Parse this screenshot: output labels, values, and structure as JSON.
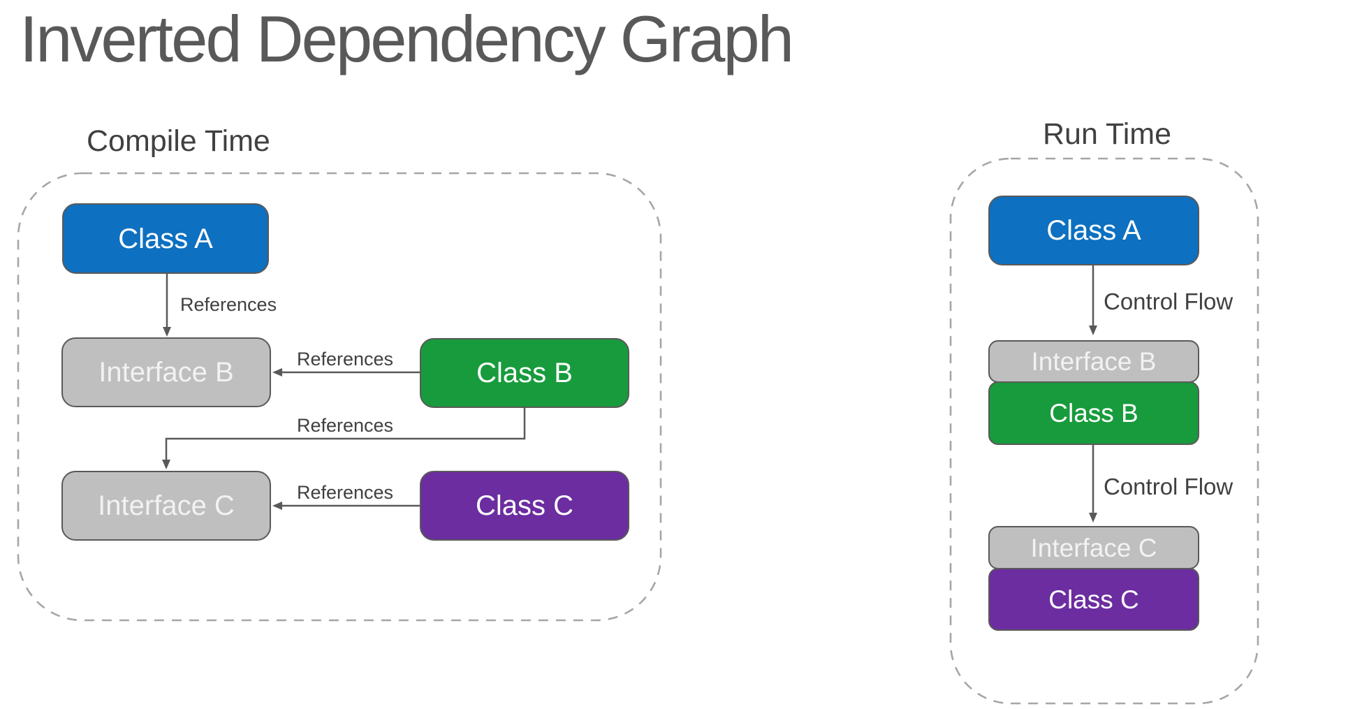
{
  "title": "Inverted Dependency Graph",
  "sections": {
    "compile": {
      "label": "Compile Time",
      "nodes": {
        "class_a": "Class A",
        "interface_b": "Interface B",
        "class_b": "Class B",
        "interface_c": "Interface C",
        "class_c": "Class C"
      },
      "edge_labels": {
        "class_a_to_interface_b": "References",
        "class_b_to_interface_b": "References",
        "class_b_to_interface_c": "References",
        "class_c_to_interface_c": "References"
      }
    },
    "run": {
      "label": "Run Time",
      "nodes": {
        "class_a": "Class A",
        "interface_b": "Interface B",
        "class_b": "Class B",
        "interface_c": "Interface C",
        "class_c": "Class C"
      },
      "edge_labels": {
        "class_a_to_interface_b": "Control Flow",
        "class_b_to_interface_c": "Control Flow"
      }
    }
  },
  "colors": {
    "class_a": "#0D70C0",
    "class_b": "#189B3C",
    "class_c": "#6C2DA0",
    "interface_fill": "#BFBFBF",
    "interface_text": "#F2F2F2",
    "node_text": "#FFFFFF",
    "box_border": "#595959",
    "connector": "#595959",
    "container_dash": "#A6A6A6",
    "title_text": "#595959",
    "label_text": "#404040"
  }
}
